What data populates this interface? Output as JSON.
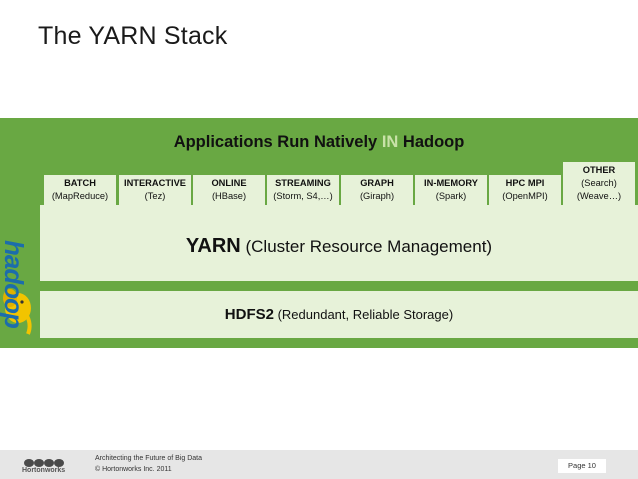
{
  "slide": {
    "title": "The YARN Stack",
    "applications_title_part1": "Applications Run Natively ",
    "applications_title_in": "IN",
    "applications_title_part2": " Hadoop",
    "categories": [
      {
        "line1": "BATCH",
        "line2": "(MapReduce)"
      },
      {
        "line1": "INTERACTIVE",
        "line2": "(Tez)"
      },
      {
        "line1": "ONLINE",
        "line2": "(HBase)"
      },
      {
        "line1": "STREAMING",
        "line2": "(Storm, S4,…)"
      },
      {
        "line1": "GRAPH",
        "line2": "(Giraph)"
      },
      {
        "line1": "IN-MEMORY",
        "line2": "(Spark)"
      },
      {
        "line1": "HPC MPI",
        "line2": "(OpenMPI)"
      }
    ],
    "other": {
      "line1": "OTHER",
      "line2": "(Search)",
      "line3": "(Weave…)"
    },
    "yarn_bold": "YARN",
    "yarn_rest": " (Cluster Resource Management)",
    "hdfs_bold": "HDFS2",
    "hdfs_rest": " (Redundant, Reliable Storage)",
    "hadoop_logo_text": "hadoop"
  },
  "footer": {
    "brand": "Hortonworks",
    "line1": "Architecting the Future of Big Data",
    "line2": "© Hortonworks Inc. 2011",
    "page": "Page 10"
  },
  "colors": {
    "stack_green": "#69a843",
    "layer_fill": "#e7f2d9",
    "in_highlight": "#c9e2a8",
    "logo_blue": "#1c6dab",
    "logo_yellow": "#f2c400"
  }
}
